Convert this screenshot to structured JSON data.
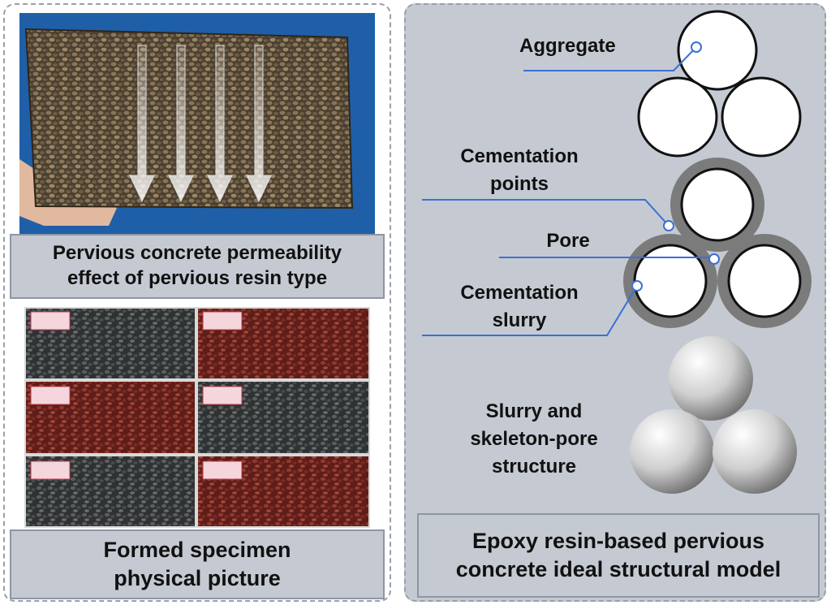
{
  "left": {
    "top_caption_line1": "Pervious concrete permeability",
    "top_caption_line2": "effect of pervious resin type",
    "bottom_caption_line1": "Formed specimen",
    "bottom_caption_line2": "physical picture",
    "specimen_tags": [
      "",
      "",
      "",
      "",
      "",
      ""
    ],
    "specimen_colors": [
      "#3c3f3f",
      "#7a2a23",
      "#7a2a23",
      "#3a3d3d",
      "#3c3f3f",
      "#7a2a23"
    ]
  },
  "right": {
    "label_aggregate": "Aggregate",
    "label_cementation_points_1": "Cementation",
    "label_cementation_points_2": "points",
    "label_pore": "Pore",
    "label_cementation_slurry_1": "Cementation",
    "label_cementation_slurry_2": "slurry",
    "label_structure_1": "Slurry and",
    "label_structure_2": "skeleton-pore",
    "label_structure_3": "structure",
    "caption_line1": "Epoxy resin-based pervious",
    "caption_line2": "concrete ideal structural model"
  },
  "colors": {
    "panel_fill": "#c5cad2",
    "leader_line": "#3b6fd6",
    "slurry_ring": "#7b7b7b"
  }
}
